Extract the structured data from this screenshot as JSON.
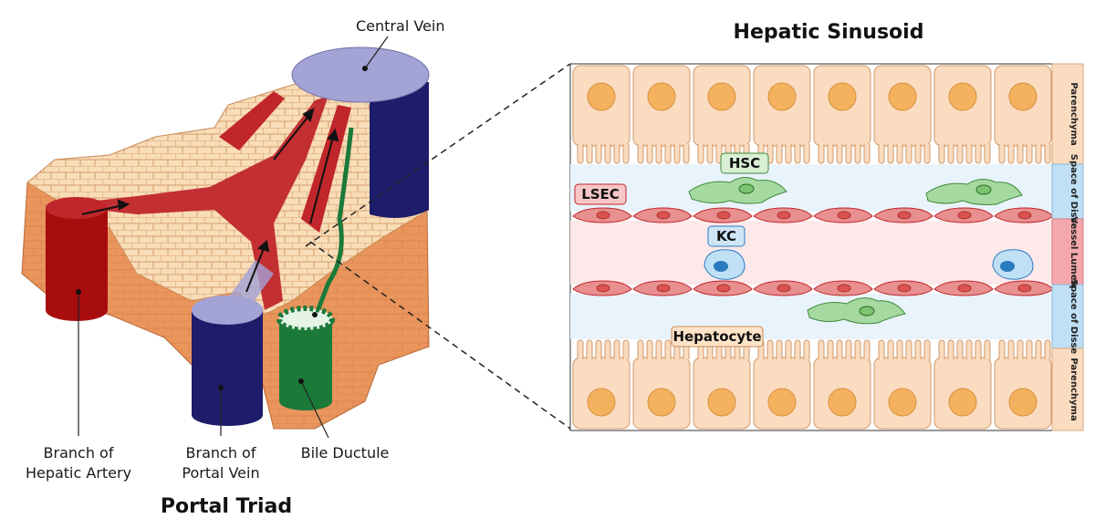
{
  "titles": {
    "left": "Portal Triad",
    "right": "Hepatic Sinusoid"
  },
  "labels": {
    "central_vein": "Central Vein",
    "hepatic_artery_1": "Branch of",
    "hepatic_artery_2": "Hepatic Artery",
    "portal_vein_1": "Branch of",
    "portal_vein_2": "Portal Vein",
    "bile_ductule": "Bile Ductule"
  },
  "cell_tags": {
    "hsc": "HSC",
    "lsec": "LSEC",
    "kc": "KC",
    "hepatocyte": "Hepatocyte"
  },
  "side_bands": {
    "top_parenchyma": "Parenchyma",
    "top_disse": "Space of Disse",
    "lumen": "Vessel Lumen",
    "bottom_disse": "Space of Disse",
    "bottom_parenchyma": "Parenchyma"
  },
  "colors": {
    "tissue": "#e9955c",
    "tissue_top": "#f9ddb8",
    "artery": "#c0262c",
    "portal_vein": "#1d1d6b",
    "vein_top": "#a3a3d6",
    "bile": "#1b7a3a",
    "hepatocyte": "#fbdcc0",
    "nucleus": "#f5b25e",
    "lsec": "#e88f8f",
    "disse": "#e9f3fb",
    "lumen": "#fde8ea",
    "hsc": "#a6d9a0",
    "kc": "#bfe0f5"
  }
}
